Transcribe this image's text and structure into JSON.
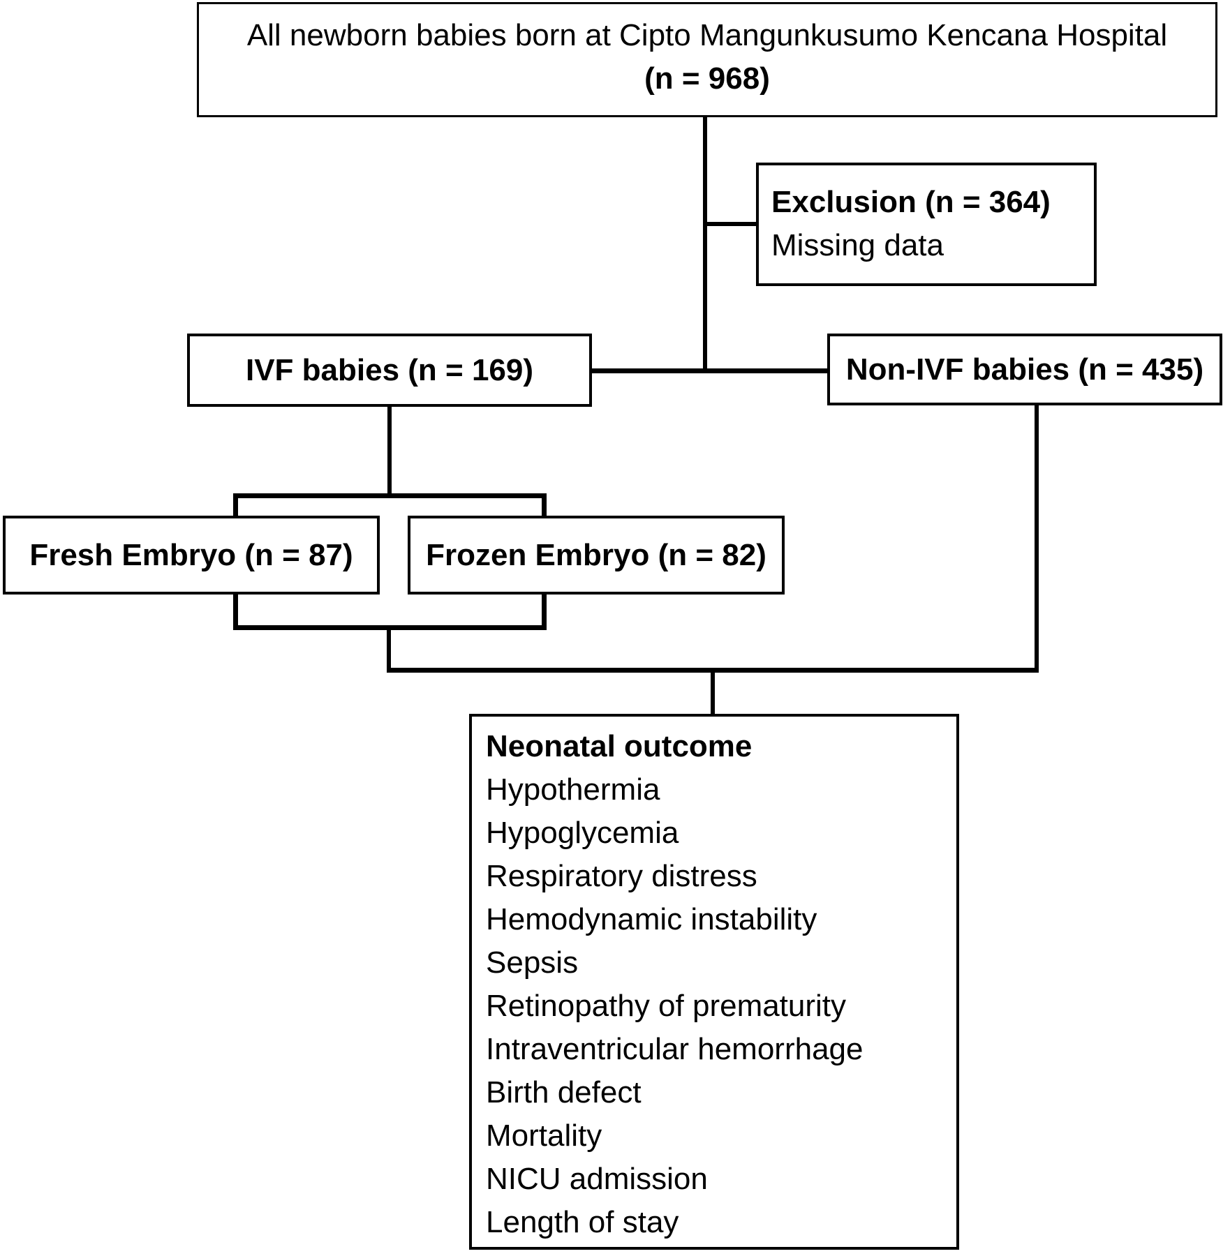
{
  "diagram": {
    "top_box": {
      "line1": "All newborn babies born at Cipto Mangunkusumo Kencana Hospital",
      "line2": "(n = 968)"
    },
    "exclusion_box": {
      "line1": "Exclusion (n = 364)",
      "line2": "Missing data"
    },
    "ivf_box": {
      "label": "IVF babies (n = 169)"
    },
    "non_ivf_box": {
      "label": "Non-IVF babies (n = 435)"
    },
    "fresh_box": {
      "label": "Fresh Embryo (n = 87)"
    },
    "frozen_box": {
      "label": "Frozen Embryo (n = 82)"
    },
    "outcome_box": {
      "title": "Neonatal outcome",
      "items": [
        "Hypothermia",
        "Hypoglycemia",
        "Respiratory distress",
        "Hemodynamic instability",
        "Sepsis",
        "Retinopathy of prematurity",
        "Intraventricular hemorrhage",
        "Birth defect",
        "Mortality",
        "NICU admission",
        "Length of stay"
      ]
    },
    "colors": {
      "line": "#000000",
      "text": "#000000",
      "background": "#ffffff"
    }
  }
}
